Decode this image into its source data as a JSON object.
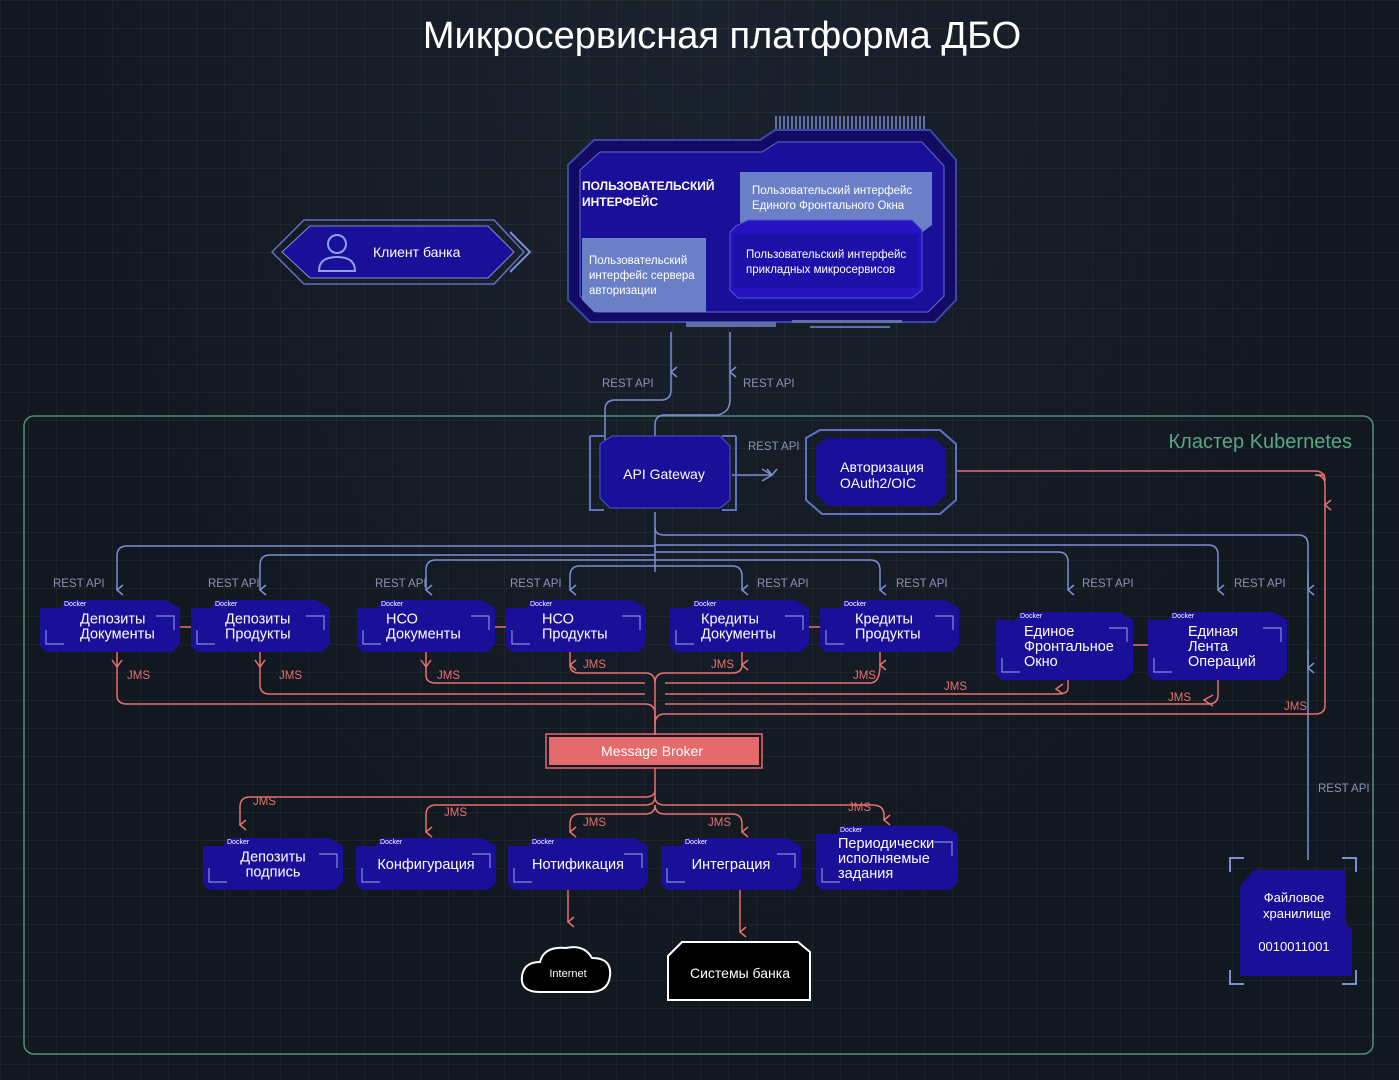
{
  "title": "Микросервисная платформа ДБО",
  "cluster_label": "Кластер Kubernetes",
  "client": {
    "label": "Клиент банка",
    "icon": "user-icon"
  },
  "ui_panel": {
    "title_line1": "ПОЛЬЗОВАТЕЛЬСКИЙ",
    "title_line2": "ИНТЕРФЕЙС",
    "efo_line1": "Пользовательский интерфейс",
    "efo_line2": "Единого Фронтального Окна",
    "apps_line1": "Пользовательский интерфейс",
    "apps_line2": "прикладных микросервисов",
    "auth_line1": "Пользовательский",
    "auth_line2": "интерфейс сервера",
    "auth_line3": "авторизации"
  },
  "api_gateway": "API Gateway",
  "auth_service": {
    "line1": "Авторизация",
    "line2": "OAuth2/OIC"
  },
  "message_broker": "Message Broker",
  "docker_tag": "Docker",
  "services_top": [
    {
      "line1": "Депозиты",
      "line2": "Документы"
    },
    {
      "line1": "Депозиты",
      "line2": "Продукты"
    },
    {
      "line1": "НСО",
      "line2": "Документы"
    },
    {
      "line1": "НСО",
      "line2": "Продукты"
    },
    {
      "line1": "Кредиты",
      "line2": "Документы"
    },
    {
      "line1": "Кредиты",
      "line2": "Продукты"
    },
    {
      "line1": "Единое",
      "line2": "Фронтальное",
      "line3": "Окно"
    },
    {
      "line1": "Единая",
      "line2": "Лента",
      "line3": "Операций"
    }
  ],
  "services_bottom": [
    {
      "line1": "Депозиты",
      "line2": "подпись"
    },
    {
      "line1": "Конфигурация"
    },
    {
      "line1": "Нотификация"
    },
    {
      "line1": "Интеграция"
    },
    {
      "line1": "Периодически",
      "line2": "исполняемые",
      "line3": "задания"
    }
  ],
  "internet": "Internet",
  "bank_systems": "Системы банка",
  "file_storage": {
    "line1": "Файловое",
    "line2": "хранилище",
    "bits": "0010011001"
  },
  "labels": {
    "rest_api": "REST API",
    "jms": "JMS"
  },
  "colors": {
    "background": "#121820",
    "node_fill": "#1a0f99",
    "panel_fill": "#140c6e",
    "light_block": "#6b7fc7",
    "accent_line": "#7d8fd4",
    "jms_line": "#e8706f",
    "broker": "#e46a6c",
    "cluster_border": "#4c8f78",
    "cluster_text": "#59a688"
  }
}
